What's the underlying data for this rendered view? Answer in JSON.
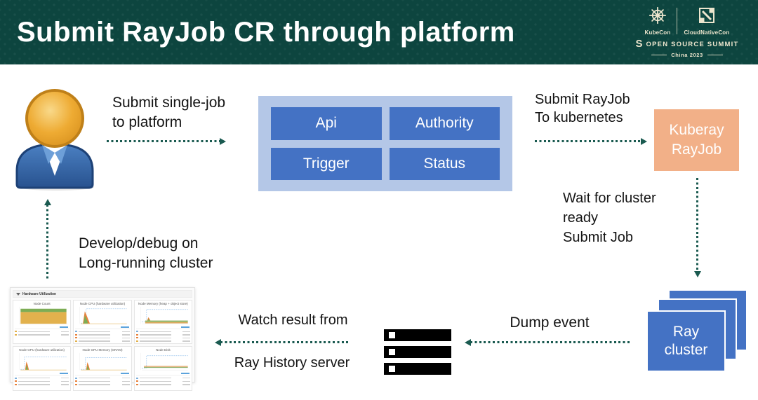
{
  "header": {
    "title": "Submit RayJob CR through platform",
    "logos": {
      "kubecon_label": "KubeCon",
      "cloudnativecon_label": "CloudNativeCon",
      "summit_s": "S",
      "summit_label": "OPEN SOURCE SUMMIT",
      "event_label": "China 2023"
    }
  },
  "flow": {
    "user_to_platform_label": "Submit single-job\nto platform",
    "platform_cells": [
      "Api",
      "Authority",
      "Trigger",
      "Status"
    ],
    "platform_to_k8s_label": "Submit RayJob\nTo kubernetes",
    "kuberay_box_label": "Kuberay\nRayJob",
    "wait_label": "Wait for cluster\nready\nSubmit Job",
    "ray_cluster_box_label": "Ray\ncluster",
    "dump_event_label": "Dump event",
    "watch_result_top_label": "Watch result from",
    "watch_result_bottom_label": "Ray History server",
    "develop_label": "Develop/debug on\nLong-running cluster"
  },
  "dashboard": {
    "section_title": "Hardware Utilization",
    "panels": [
      {
        "title": "Node Count"
      },
      {
        "title": "Node CPU (hardware utilization)"
      },
      {
        "title": "Node Memory (heap + object store)"
      },
      {
        "title": "Node GPU (hardware utilization)"
      },
      {
        "title": "Node GPU Memory (GRAM)"
      },
      {
        "title": "Node Disk"
      }
    ]
  },
  "colors": {
    "header_bg": "#0d453f",
    "arrow": "#1a5a50",
    "platform_outer": "#b4c7e7",
    "platform_inner": "#4472c4",
    "kuberay_box": "#f2b088",
    "ray_cluster_box": "#4472c4"
  }
}
